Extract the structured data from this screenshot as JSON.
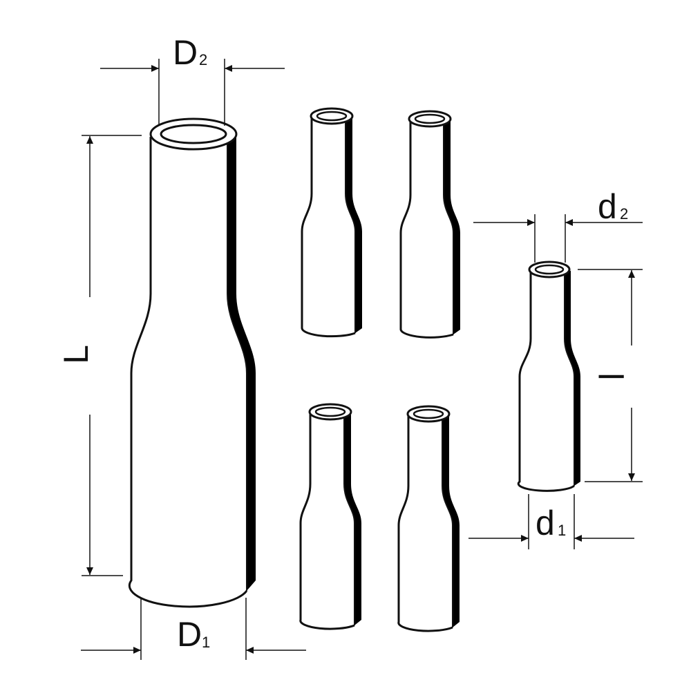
{
  "diagram": {
    "labels": {
      "D1": {
        "main": "D",
        "sub": "1"
      },
      "D2": {
        "main": "D",
        "sub": "2"
      },
      "L": "L",
      "d1": {
        "main": "d",
        "sub": "1"
      },
      "d2": {
        "main": "d",
        "sub": "2"
      },
      "l": "l"
    },
    "colors": {
      "line": "#111111",
      "shade": "#000000",
      "fill": "#ffffff"
    }
  }
}
